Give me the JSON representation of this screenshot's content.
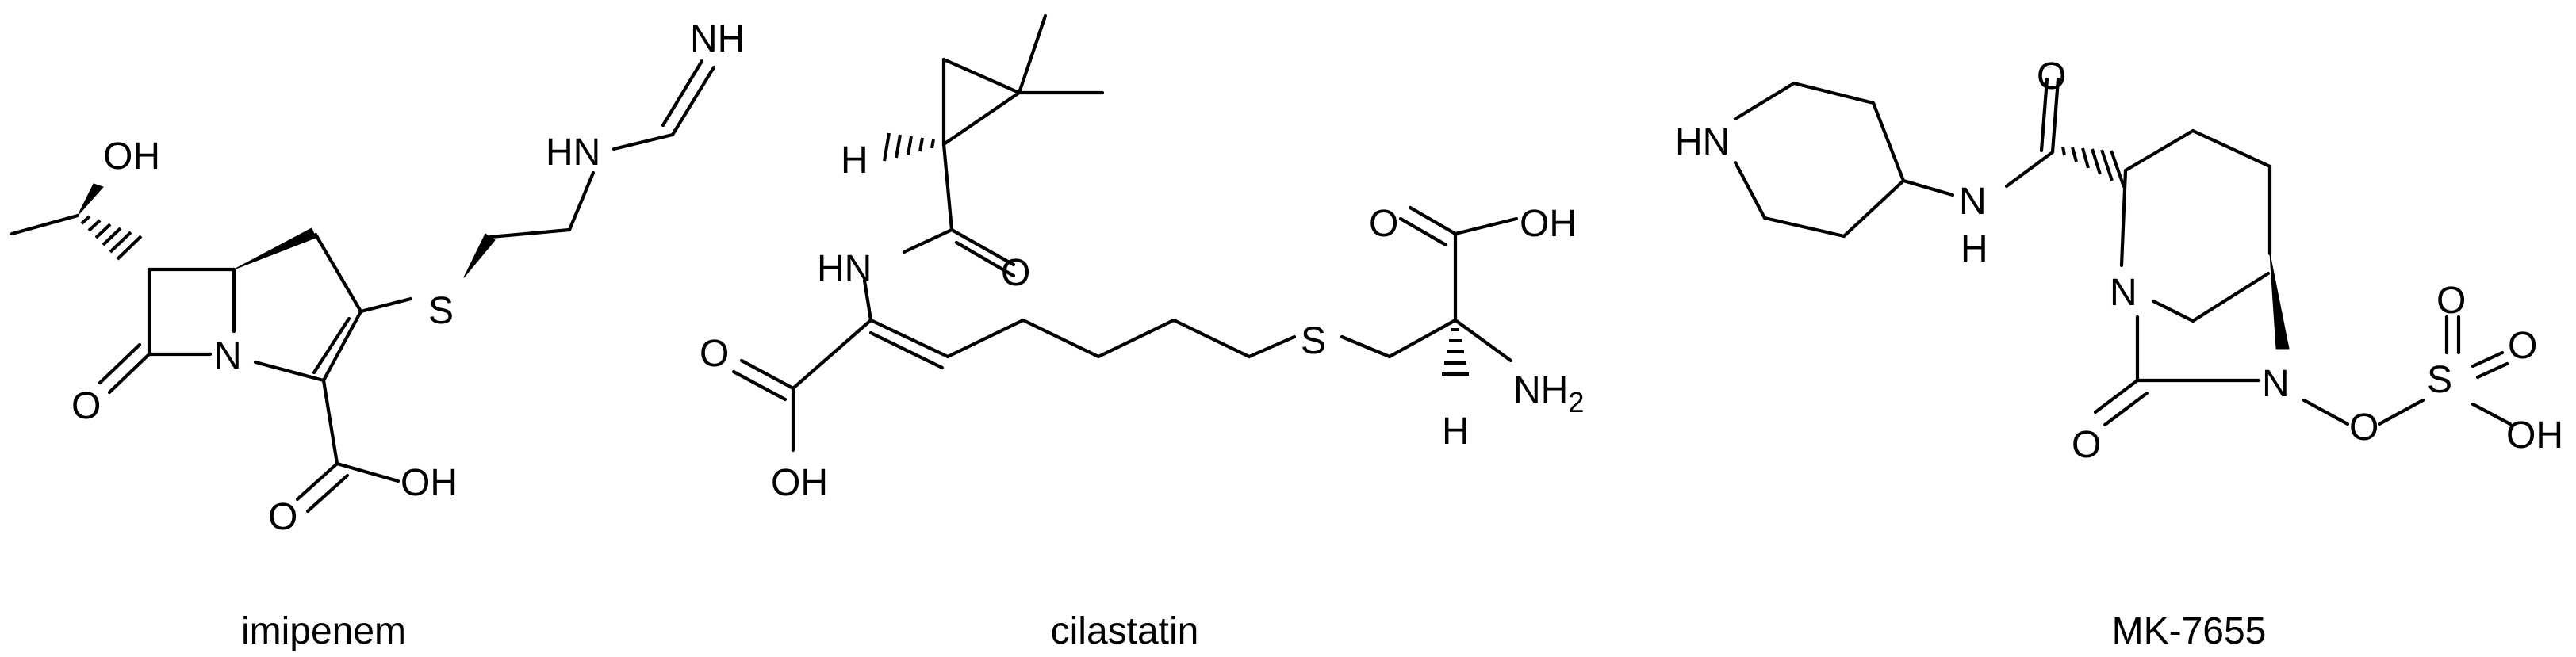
{
  "compounds": [
    {
      "name": "imipenem"
    },
    {
      "name": "cilastatin"
    },
    {
      "name": "MK-7655"
    }
  ],
  "atom_labels": {
    "imipenem": {
      "oh_top": "OH",
      "nh_imine": "NH",
      "hn_amidine": "HN",
      "s": "S",
      "n": "N",
      "o_lactam": "O",
      "o_carbonyl": "O",
      "oh_acid": "OH"
    },
    "cilastatin": {
      "h_cyclopropyl": "H",
      "hn_amide": "HN",
      "o_amide": "O",
      "o_acid_left": "O",
      "oh_acid_left": "OH",
      "s": "S",
      "o_acid_right": "O",
      "oh_acid_right": "OH",
      "nh2": "NH",
      "nh2_sub": "2",
      "h_stereo": "H"
    },
    "mk7655": {
      "hn_piperidine": "HN",
      "o_amide": "O",
      "n_amide": "N",
      "h_amide": "H",
      "n_ring": "N",
      "o_urea": "O",
      "n_hydroxy": "N",
      "o_link": "O",
      "s": "S",
      "o_top": "O",
      "o_right": "O",
      "oh": "OH"
    }
  }
}
